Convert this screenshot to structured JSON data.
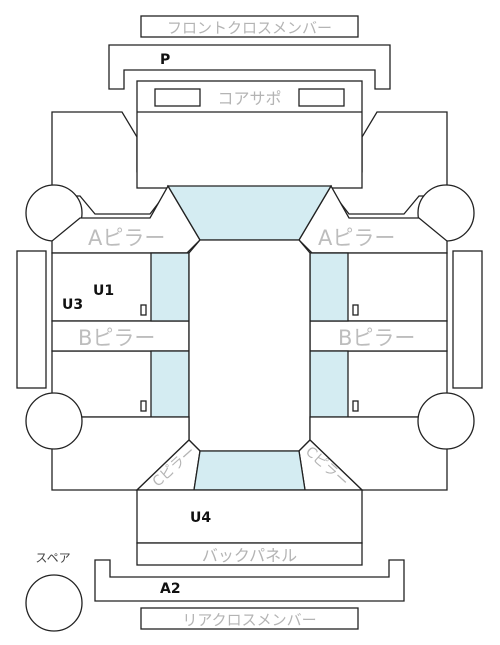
{
  "labels": {
    "front_cross_member": "フロントクロスメンバー",
    "core_support": "コアサポ",
    "a_pillar_left": "Aピラー",
    "a_pillar_right": "Aピラー",
    "b_pillar_left": "Bピラー",
    "b_pillar_right": "Bピラー",
    "c_pillar_left": "Cピラー",
    "c_pillar_right": "Cピラー",
    "back_panel": "バックパネル",
    "rear_cross_member": "リアクロスメンバー",
    "spare": "スペア"
  },
  "codes": {
    "p": "P",
    "u1": "U1",
    "u3": "U3",
    "u4": "U4",
    "a2": "A2"
  },
  "colors": {
    "line": "#222222",
    "glass": "#d4ecf2",
    "gray_text": "#b4b4b4"
  }
}
